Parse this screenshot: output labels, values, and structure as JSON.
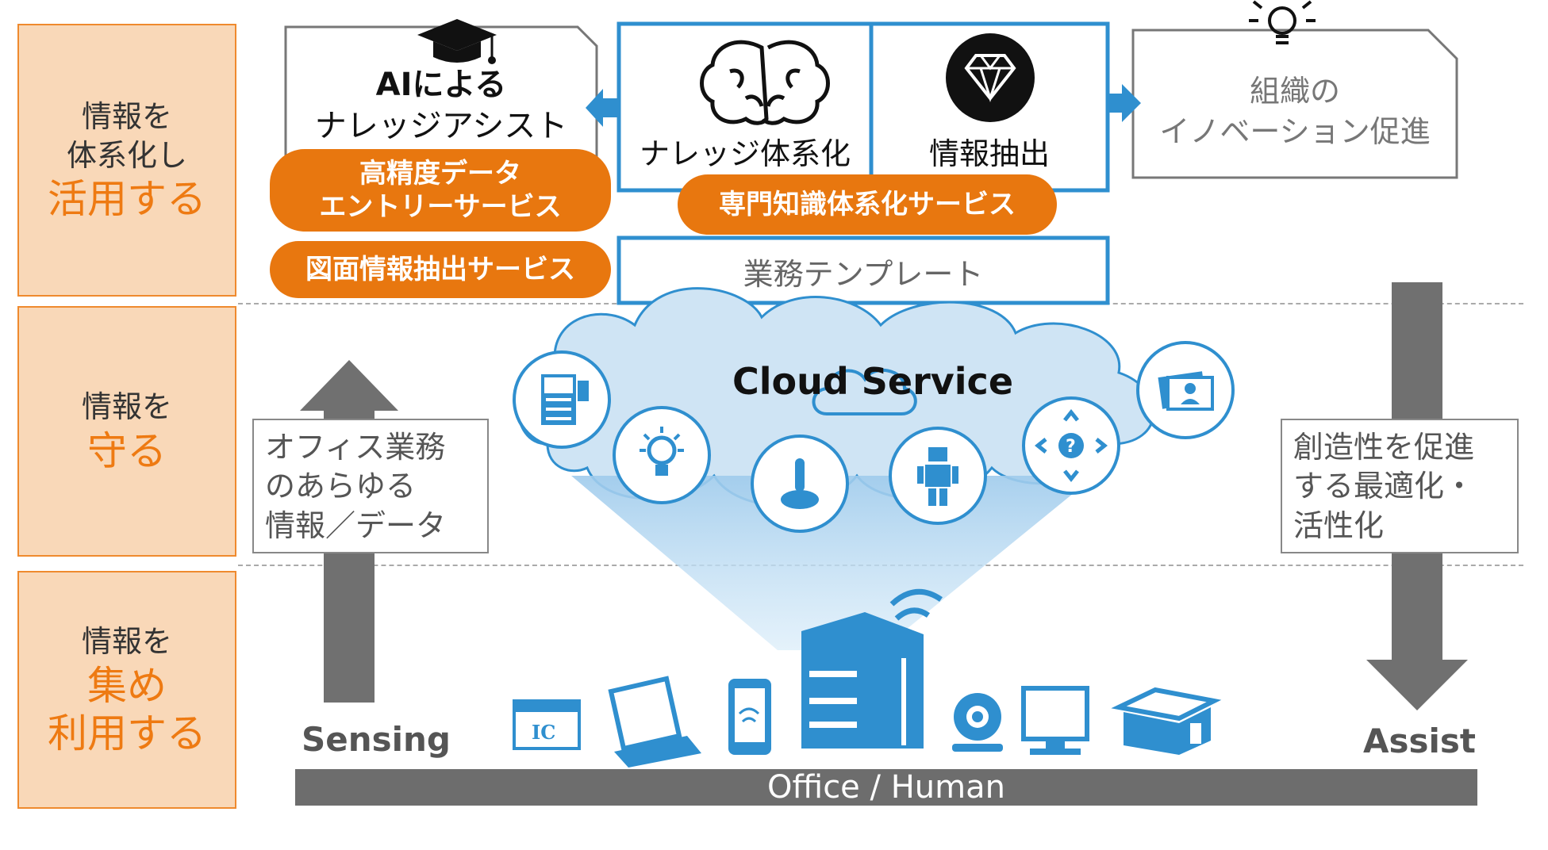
{
  "rows": [
    {
      "line1": "情報を",
      "line2": "体系化し",
      "accent": "活用する"
    },
    {
      "line1": "情報を",
      "line2": "",
      "accent": "守る"
    },
    {
      "line1": "情報を",
      "line2": "",
      "accent": "集め",
      "accent2": "利用する"
    }
  ],
  "top": {
    "ai_assist": {
      "line1": "AIによる",
      "line2": "ナレッジアシスト"
    },
    "knowledge": "ナレッジ体系化",
    "extraction": "情報抽出",
    "template": "業務テンプレート",
    "innovation": {
      "line1": "組織の",
      "line2": "イノベーション促進"
    }
  },
  "services": {
    "data_entry": {
      "line1": "高精度データ",
      "line2": "エントリーサービス"
    },
    "drawing": "図面情報抽出サービス",
    "expert": "専門知識体系化サービス"
  },
  "cloud": {
    "title": "Cloud Service"
  },
  "left_note": {
    "line1": "オフィス業務",
    "line2": "のあらゆる",
    "line3": "情報／データ"
  },
  "right_note": {
    "line1": "創造性を促進",
    "line2": "する最適化・",
    "line3": "活性化"
  },
  "sensing": "Sensing",
  "assist": "Assist",
  "bottom_bar": "Office / Human",
  "colors": {
    "orange": "#e8770f",
    "light_orange": "#f9d8b8",
    "blue": "#2c8fd0",
    "gray": "#707070"
  }
}
